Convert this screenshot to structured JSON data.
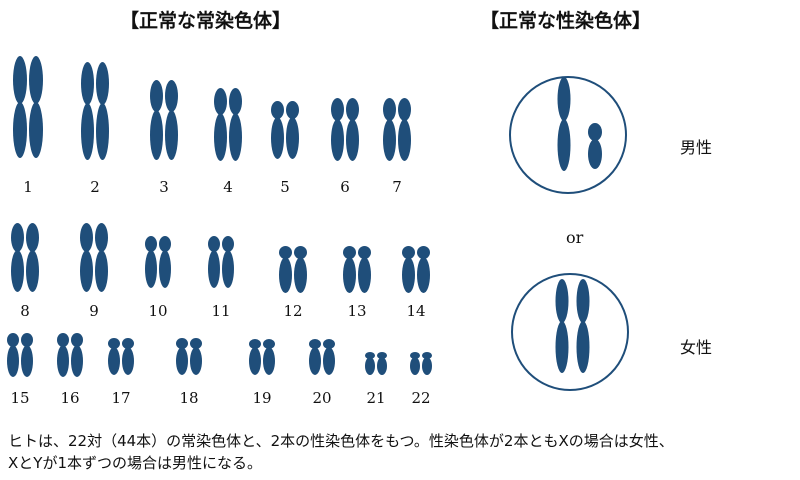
{
  "titles": {
    "autosomes": "【正常な常染色体】",
    "sex_chromosomes": "【正常な性染色体】"
  },
  "autosomes": {
    "pairs": [
      "1",
      "2",
      "3",
      "4",
      "5",
      "6",
      "7",
      "8",
      "9",
      "10",
      "11",
      "12",
      "13",
      "14",
      "15",
      "16",
      "17",
      "18",
      "19",
      "20",
      "21",
      "22"
    ]
  },
  "sex_chromosomes": {
    "male_label": "男性",
    "or_label": "or",
    "female_label": "女性"
  },
  "caption": {
    "line1": "ヒトは、22対（44本）の常染色体と、2本の性染色体をもつ。性染色体が2本ともXの場合は女性、",
    "line2": "XとYが1本ずつの場合は男性になる。"
  },
  "colors": {
    "chromosome": "#1f4e7a",
    "circle_stroke": "#1f4e7a"
  }
}
